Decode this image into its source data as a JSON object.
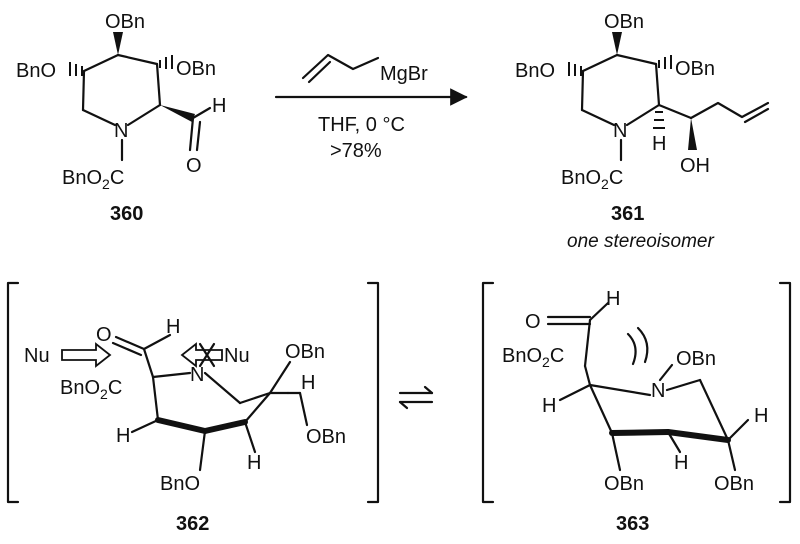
{
  "reaction": {
    "reagent_mgbr": "MgBr",
    "conditions": "THF, 0 °C",
    "yield": ">78%"
  },
  "compounds": {
    "c360": {
      "id": "360"
    },
    "c361": {
      "id": "361",
      "note": "one stereoisomer"
    },
    "c362": {
      "id": "362"
    },
    "c363": {
      "id": "363"
    }
  },
  "atoms": {
    "obn": "OBn",
    "bno": "BnO",
    "n": "N",
    "h": "H",
    "o": "O",
    "oh": "OH",
    "nu": "Nu",
    "bno2c_main": "BnO",
    "bno2c_sub": "2",
    "bno2c_end": "C"
  }
}
